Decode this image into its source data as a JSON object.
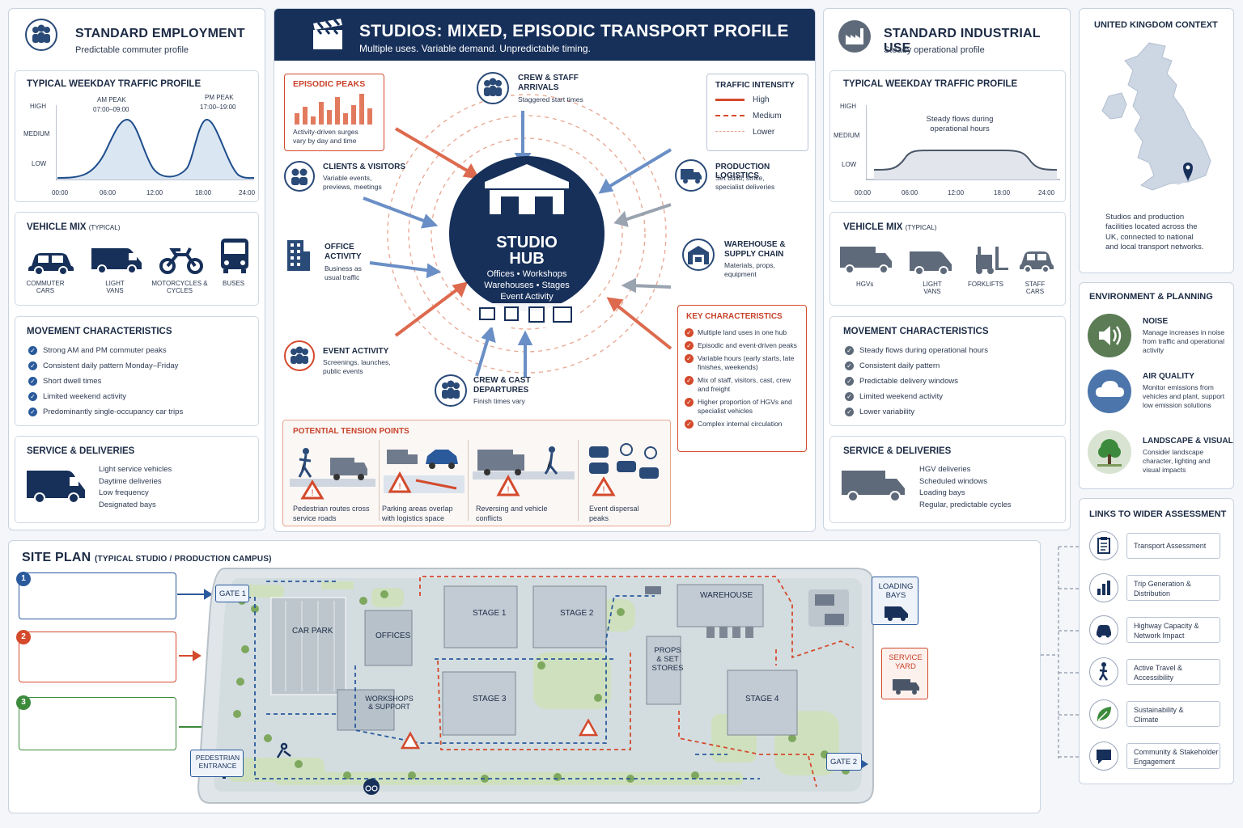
{
  "left": {
    "title": "STANDARD EMPLOYMENT",
    "subtitle": "Predictable commuter profile",
    "traffic": {
      "title": "TYPICAL WEEKDAY TRAFFIC PROFILE",
      "levels": [
        "HIGH",
        "MEDIUM",
        "LOW"
      ],
      "am_peak": "AM PEAK",
      "am_time": "07:00–09:00",
      "pm_peak": "PM PEAK",
      "pm_time": "17:00–19:00",
      "times": [
        "00:00",
        "06:00",
        "12:00",
        "18:00",
        "24:00"
      ]
    },
    "vehicle": {
      "title": "VEHICLE MIX",
      "tag": "(TYPICAL)",
      "items": [
        "COMMUTER CARS",
        "LIGHT VANS",
        "MOTORCYCLES & CYCLES",
        "BUSES"
      ]
    },
    "movement": {
      "title": "MOVEMENT CHARACTERISTICS",
      "items": [
        "Strong AM and PM commuter peaks",
        "Consistent daily pattern Monday–Friday",
        "Short dwell times",
        "Limited weekend activity",
        "Predominantly single-occupancy car trips"
      ]
    },
    "service": {
      "title": "SERVICE & DELIVERIES",
      "items": [
        "Light service vehicles",
        "Daytime deliveries",
        "Low frequency",
        "Designated bays"
      ]
    }
  },
  "center": {
    "title": "STUDIOS: MIXED, EPISODIC TRANSPORT PROFILE",
    "subtitle": "Multiple uses. Variable demand. Unpredictable timing.",
    "episodic": {
      "title": "EPISODIC PEAKS",
      "desc": "Activity-driven surges vary by day and time"
    },
    "crew_arrivals": {
      "title": "CREW & STAFF ARRIVALS",
      "desc": "Staggered start times"
    },
    "intensity": {
      "title": "TRAFFIC INTENSITY",
      "high": "High",
      "medium": "Medium",
      "lower": "Lower"
    },
    "clients": {
      "title": "CLIENTS & VISITORS",
      "desc": "Variable events, previews, meetings"
    },
    "logistics": {
      "title": "PRODUCTION LOGISTICS",
      "desc": "Set build, strike, specialist deliveries"
    },
    "office": {
      "title": "OFFICE ACTIVITY",
      "desc": "Business as usual traffic"
    },
    "warehouse": {
      "title": "WAREHOUSE & SUPPLY CHAIN",
      "desc": "Materials, props, equipment"
    },
    "hub": {
      "title1": "STUDIO",
      "title2": "HUB",
      "line1": "Offices • Workshops",
      "line2": "Warehouses • Stages",
      "line3": "Event Activity"
    },
    "event": {
      "title": "EVENT ACTIVITY",
      "desc": "Screenings, launches, public events"
    },
    "crew_departures": {
      "title": "CREW & CAST DEPARTURES",
      "desc": "Finish times vary"
    },
    "key": {
      "title": "KEY CHARACTERISTICS",
      "items": [
        "Multiple land uses in one hub",
        "Episodic and event-driven peaks",
        "Variable hours (early starts, late finishes, weekends)",
        "Mix of staff, visitors, cast, crew and freight",
        "Higher proportion of HGVs and specialist vehicles",
        "Complex internal circulation"
      ]
    },
    "tension": {
      "title": "POTENTIAL TENSION POINTS",
      "items": [
        "Pedestrian routes cross service roads",
        "Parking areas overlap with logistics space",
        "Reversing and vehicle conflicts",
        "Event dispersal peaks"
      ]
    }
  },
  "right": {
    "title": "STANDARD INDUSTRIAL USE",
    "subtitle": "Steady operational profile",
    "traffic": {
      "title": "TYPICAL WEEKDAY TRAFFIC PROFILE",
      "levels": [
        "HIGH",
        "MEDIUM",
        "LOW"
      ],
      "note": "Steady flows during operational hours",
      "times": [
        "00:00",
        "06:00",
        "12:00",
        "18:00",
        "24:00"
      ]
    },
    "vehicle": {
      "title": "VEHICLE MIX",
      "tag": "(TYPICAL)",
      "items": [
        "HGVs",
        "LIGHT VANS",
        "FORKLIFTS",
        "STAFF CARS"
      ]
    },
    "movement": {
      "title": "MOVEMENT CHARACTERISTICS",
      "items": [
        "Steady flows during operational hours",
        "Consistent daily pattern",
        "Predictable delivery windows",
        "Limited weekend activity",
        "Lower variability"
      ]
    },
    "service": {
      "title": "SERVICE & DELIVERIES",
      "items": [
        "HGV deliveries",
        "Scheduled windows",
        "Loading bays",
        "Regular, predictable cycles"
      ]
    }
  },
  "uk": {
    "title": "UNITED KINGDOM CONTEXT",
    "desc": "Studios and production facilities located across the UK, connected to national and local transport networks."
  },
  "env": {
    "title": "ENVIRONMENT & PLANNING",
    "items": [
      {
        "title": "NOISE",
        "desc": "Manage increases in noise from traffic and operational activity"
      },
      {
        "title": "AIR QUALITY",
        "desc": "Monitor emissions from vehicles and plant, support low emission solutions"
      },
      {
        "title": "LANDSCAPE & VISUAL",
        "desc": "Consider landscape character, lighting and visual impacts"
      }
    ]
  },
  "links": {
    "title": "LINKS TO WIDER ASSESSMENT",
    "items": [
      "Transport Assessment",
      "Trip Generation & Distribution",
      "Highway Capacity & Network Impact",
      "Active Travel & Accessibility",
      "Sustainability & Climate",
      "Community & Stakeholder Engagement"
    ]
  },
  "site": {
    "title": "SITE PLAN",
    "tag": "(TYPICAL STUDIO / PRODUCTION CAMPUS)",
    "keys": [
      "1",
      "2",
      "3"
    ],
    "gate1": "GATE 1",
    "gate2": "GATE 2",
    "car_park": "CAR PARK",
    "offices": "OFFICES",
    "stage1": "STAGE 1",
    "stage2": "STAGE 2",
    "stage3": "STAGE 3",
    "stage4": "STAGE 4",
    "warehouse": "WAREHOUSE",
    "props": "PROPS & SET STORES",
    "workshops": "WORKSHOPS & SUPPORT",
    "loading": "LOADING BAYS",
    "service_yard": "SERVICE YARD",
    "ped": "PEDESTRIAN ENTRANCE"
  },
  "colors": {
    "navy": "#17305a",
    "accent_red": "#d44a2c",
    "blue": "#2a5a9c",
    "green": "#3c8a3c"
  }
}
